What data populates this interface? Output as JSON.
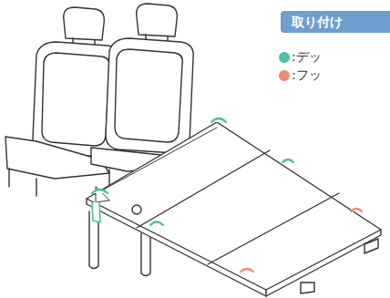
{
  "diagram": {
    "title": "取り付け",
    "legend": [
      {
        "text": ":デッ",
        "color": "#4dbfa6"
      },
      {
        "text": ":フッ",
        "color": "#f08a74"
      }
    ]
  }
}
